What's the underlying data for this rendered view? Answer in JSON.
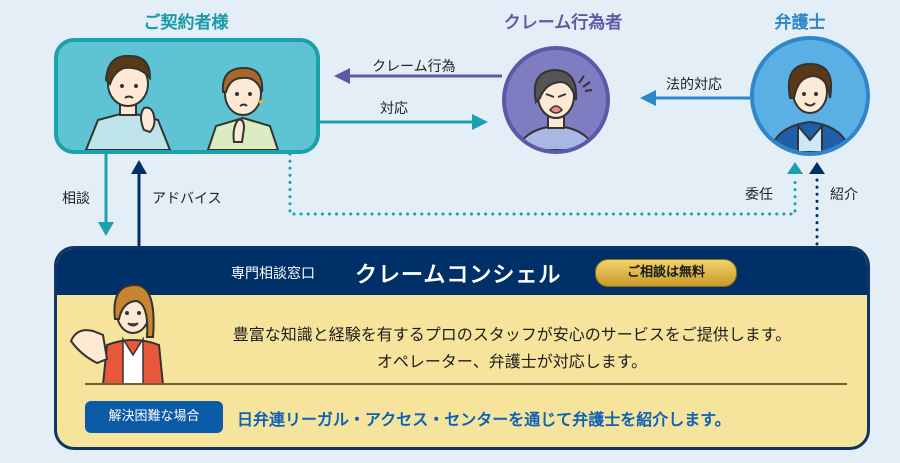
{
  "nodes": {
    "customers": {
      "title": "ご契約者様"
    },
    "claimant": {
      "title": "クレーム行為者"
    },
    "lawyer": {
      "title": "弁護士"
    }
  },
  "arrows": {
    "claim_action": "クレーム行為",
    "response": "対応",
    "legal_response": "法的対応",
    "consult": "相談",
    "advice": "アドバイス",
    "delegate": "委任",
    "introduce": "紹介"
  },
  "panel": {
    "label_small": "専門相談窓口",
    "label_big": "クレームコンシェル",
    "free_badge": "ご相談は無料",
    "line1": "豊富な知識と経験を有するプロのスタッフが安心のサービスをご提供します。",
    "line2": "オペレーター、弁護士が対応します。",
    "difficult_badge": "解決困難な場合",
    "referral": "日弁連リーガル・アクセス・センターを通じて弁護士を紹介します。"
  },
  "colors": {
    "teal": "#1ba1ae",
    "purple": "#5d59a6",
    "blue": "#2f86c8",
    "navy": "#003068",
    "panel_bg": "#f7e49c"
  }
}
